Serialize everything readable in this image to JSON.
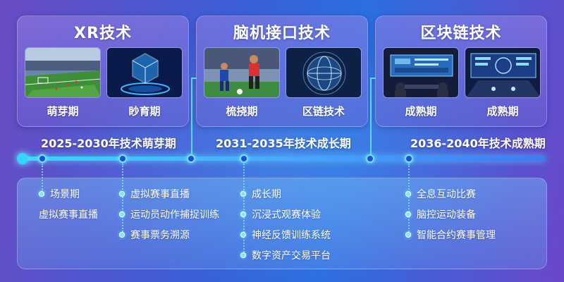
{
  "cards": [
    {
      "title": "XR技术",
      "images": [
        {
          "label": "萌芽期",
          "icon": "stadium-image"
        },
        {
          "label": "眇育期",
          "icon": "hologram-cube-image"
        }
      ],
      "period": "2025-2030年技术萌芽期"
    },
    {
      "title": "脑机接口技术",
      "images": [
        {
          "label": "梳挠期",
          "icon": "football-players-image"
        },
        {
          "label": "区链技术",
          "icon": "digital-globe-image"
        }
      ],
      "period": "2031-2035年技术成长期"
    },
    {
      "title": "区块链技术",
      "images": [
        {
          "label": "成熟期",
          "icon": "control-room-image"
        },
        {
          "label": "成熟期",
          "icon": "dashboard-arena-image"
        }
      ],
      "period": "2036-2040年技术成熟期"
    }
  ],
  "columns": [
    {
      "items": [
        "场景期",
        "虚拟赛事直播"
      ]
    },
    {
      "items": [
        "虚拟赛事直播",
        "运动员动作捕捉训练",
        "赛事票务溯源"
      ]
    },
    {
      "items": [
        "成长期",
        "沉浸式观赛体验",
        "神经反馈训练系统",
        "数字资产交易平台"
      ]
    },
    {
      "items": [
        "全息互动比赛",
        "脑控运动装备",
        "智能合约赛事管理"
      ]
    }
  ],
  "colors": {
    "timeline": "#38d6ff",
    "node": "#6fe2ff"
  }
}
